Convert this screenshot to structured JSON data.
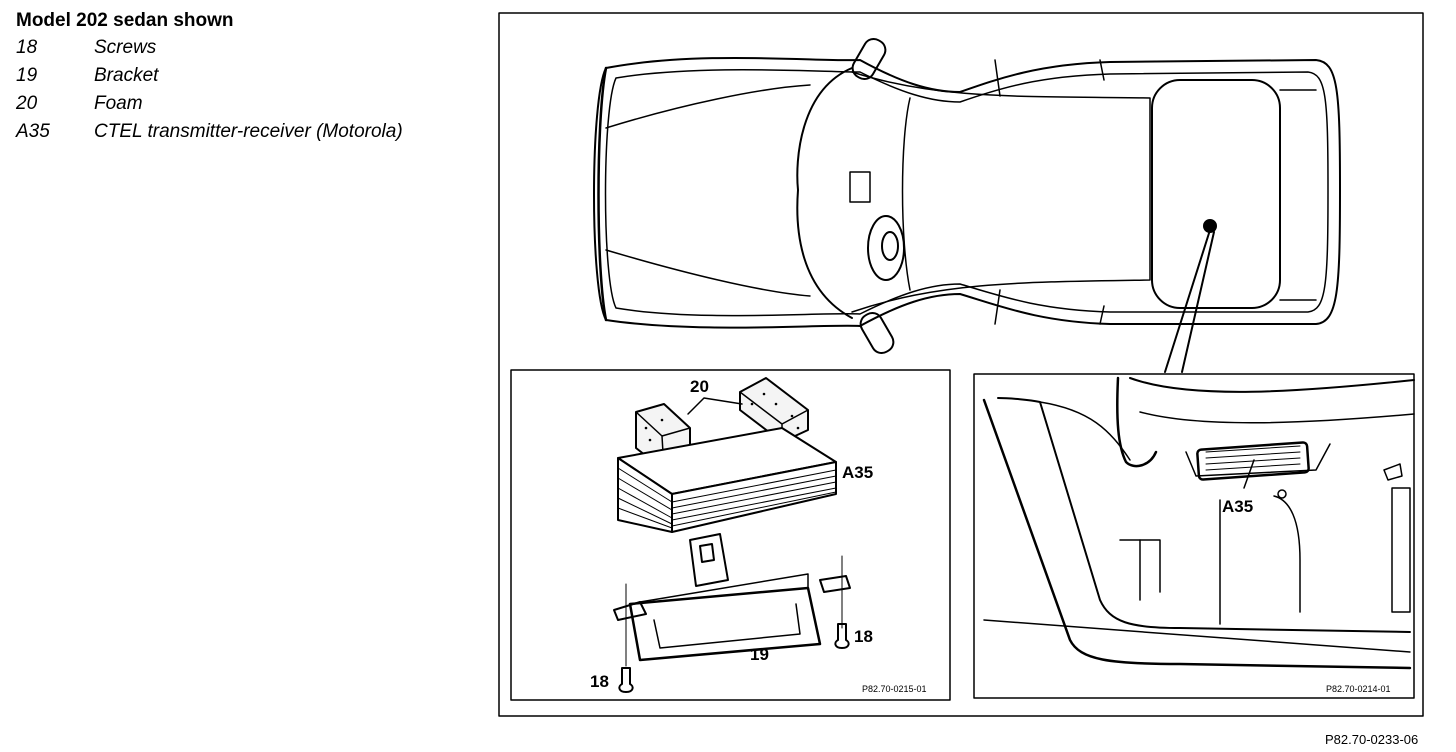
{
  "legend": {
    "title": "Model 202 sedan shown",
    "items": [
      {
        "code": "18",
        "desc": "Screws"
      },
      {
        "code": "19",
        "desc": "Bracket"
      },
      {
        "code": "20",
        "desc": "Foam"
      },
      {
        "code": "A35",
        "desc": "CTEL transmitter-receiver (Motorola)"
      }
    ]
  },
  "callouts": {
    "foam": "20",
    "module": "A35",
    "screw_right": "18",
    "bracket": "19",
    "screw_left": "18",
    "trunk_module": "A35"
  },
  "refs": {
    "left_inset": "P82.70-0215-01",
    "right_inset": "P82.70-0214-01",
    "figure": "P82.70-0233-06"
  }
}
